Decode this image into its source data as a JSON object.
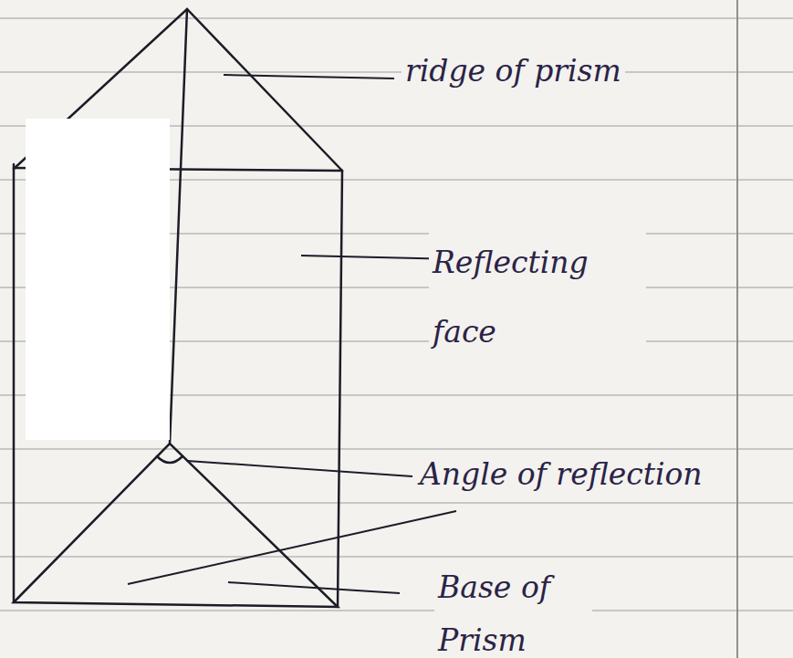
{
  "diagram": {
    "labels": [
      "ridge of prism",
      "Reflecting face",
      "Angle of reflection",
      "Base of Prism"
    ]
  }
}
